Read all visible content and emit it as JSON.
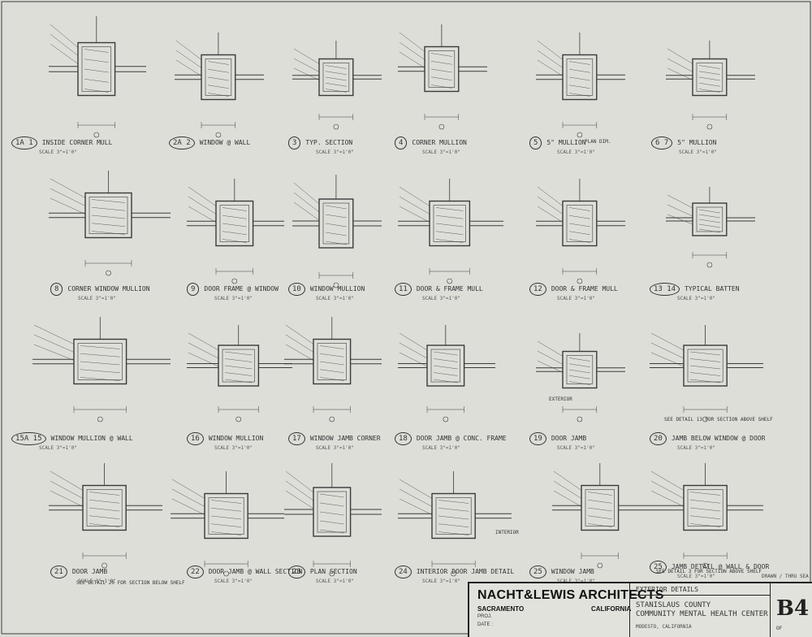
{
  "title_block": {
    "firm": "NACHT&LEWIS ARCHITECTS",
    "city": "SACRAMENTO",
    "state": "CALIFORNIA",
    "proj_label": "PROJ.",
    "date_label": "DATE :",
    "drawing_title": "EXTERIOR DETAILS",
    "client_line1": "STANISLAUS COUNTY",
    "client_line2": "COMMUNITY MENTAL HEALTH CENTER",
    "location": "MODESTO, CALIFORNIA",
    "sheet_number": "B4",
    "of_label": "OF"
  },
  "note_top_right": "DRAWN / THRU SEA",
  "details": [
    {
      "num": "1A 1",
      "title": "INSIDE CORNER MULL",
      "scale": "SCALE 3\"=1'0\""
    },
    {
      "num": "2A 2",
      "title": "WINDOW @ WALL",
      "scale": ""
    },
    {
      "num": "3",
      "title": "TYP. SECTION",
      "scale": "SCALE 3\"=1'0\""
    },
    {
      "num": "4",
      "title": "CORNER MULLION",
      "scale": "SCALE 3\"=1'0\""
    },
    {
      "num": "5",
      "title": "5\" MULLION",
      "scale": "SCALE 3\"=1'0\""
    },
    {
      "num": "6 7",
      "title": "5\" MULLION",
      "scale": "SCALE 3\"=1'0\""
    },
    {
      "num": "8",
      "title": "CORNER WINDOW MULLION",
      "scale": "SCALE 3\"=1'0\""
    },
    {
      "num": "9",
      "title": "DOOR FRAME @ WINDOW",
      "scale": "SCALE 3\"=1'0\""
    },
    {
      "num": "10",
      "title": "WINDOW MULLION",
      "scale": "SCALE 3\"=1'0\""
    },
    {
      "num": "11",
      "title": "DOOR & FRAME MULL",
      "scale": "SCALE 3\"=1'0\""
    },
    {
      "num": "12",
      "title": "DOOR & FRAME MULL",
      "scale": "SCALE 3\"=1'0\""
    },
    {
      "num": "13 14",
      "title": "TYPICAL BATTEN",
      "scale": "SCALE 3\"=1'0\""
    },
    {
      "num": "15A 15",
      "title": "WINDOW MULLION @ WALL",
      "scale": "SCALE 3\"=1'0\""
    },
    {
      "num": "16",
      "title": "WINDOW MULLION",
      "scale": "SCALE 3\"=1'0\""
    },
    {
      "num": "17",
      "title": "WINDOW JAMB CORNER",
      "scale": "SCALE 3\"=1'0\""
    },
    {
      "num": "18",
      "title": "DOOR JAMB @ CONC. FRAME",
      "scale": "SCALE 3\"=1'0\""
    },
    {
      "num": "19",
      "title": "DOOR JAMB",
      "scale": "SCALE 3\"=1'0\""
    },
    {
      "num": "20",
      "title": "JAMB BELOW WINDOW @ DOOR",
      "scale": "SCALE 3\"=1'0\""
    },
    {
      "num": "21",
      "title": "DOOR JAMB",
      "scale": "SCALE 3\"=1'0\""
    },
    {
      "num": "22",
      "title": "DOOR JAMB @ WALL SECTION",
      "scale": "SCALE 3\"=1'0\""
    },
    {
      "num": "23",
      "title": "PLAN SECTION",
      "scale": "SCALE 3\"=1'0\""
    },
    {
      "num": "24",
      "title": "INTERIOR DOOR JAMB DETAIL",
      "scale": "SCALE 3\"=1'0\""
    },
    {
      "num": "25",
      "title": "WINDOW JAMB",
      "scale": "SCALE 3\"=1'0\""
    },
    {
      "num": "25",
      "title": "JAMB DETAIL @ WALL & DOOR",
      "scale": "SCALE 3\"=1'0\""
    }
  ],
  "annotations": {
    "plan_dim": "PLAN DIM.",
    "exterior": "EXTERIOR",
    "interior": "INTERIOR",
    "see_detail_20": "SEE DETAIL 13 FOR SECTION ABOVE SHELF",
    "see_detail_21": "SEE DETAIL 20 FOR SECTION BELOW SHELF",
    "see_detail_25": "SEE DETAIL 3 FOR SECTION ABOVE SHELF"
  }
}
